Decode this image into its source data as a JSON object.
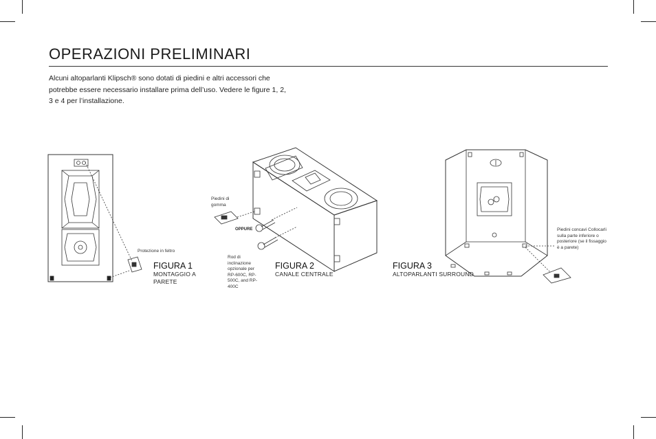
{
  "page": {
    "title": "OPERAZIONI PRELIMINARI",
    "intro": "Alcuni altoparlanti Klipsch® sono dotati di piedini e altri accessori che potrebbe essere necessario installare prima dell’uso. Vedere le figure 1, 2, 3 e 4 per l’installazione."
  },
  "figures": [
    {
      "heading": "FIGURA 1",
      "subtitle": "MONTAGGIO A PARETE",
      "callouts": [
        "Protezione in feltro"
      ]
    },
    {
      "heading": "FIGURA 2",
      "subtitle": "CANALE CENTRALE",
      "callouts": [
        "Piedini di gomma",
        "OPPURE",
        "Rod di inclinazione opzionale per RP-600C, RP-500C, and RP-400C"
      ]
    },
    {
      "heading": "FIGURA 3",
      "subtitle": "ALTOPARLANTI SURROUND",
      "callouts": [
        "Piedini concavi Collocarli sulla parte inferiore o posteriore (se il fissaggio è a parete)"
      ]
    }
  ],
  "colors": {
    "ink": "#222222",
    "line": "#333333"
  }
}
